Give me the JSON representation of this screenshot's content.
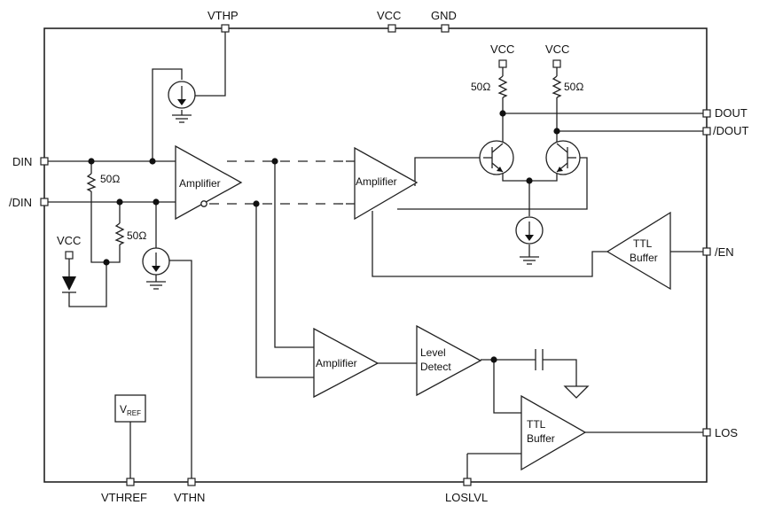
{
  "pins": {
    "vthp": "VTHP",
    "vcc_top": "VCC",
    "gnd": "GND",
    "din": "DIN",
    "ndin": "/DIN",
    "dout": "DOUT",
    "ndout": "/DOUT",
    "nen": "/EN",
    "los": "LOS",
    "vthref": "VTHREF",
    "vthn": "VTHN",
    "loslvl": "LOSLVL"
  },
  "supply_labels": {
    "vcc_out1": "VCC",
    "vcc_out2": "VCC",
    "vcc_left": "VCC"
  },
  "resistors": {
    "r_out1": "50Ω",
    "r_out2": "50Ω",
    "r_in1": "50Ω",
    "r_in2": "50Ω"
  },
  "blocks": {
    "amp_in": "Amplifier",
    "amp_out": "Amplifier",
    "amp_los": "Amplifier",
    "level_detect_line1": "Level",
    "level_detect_line2": "Detect",
    "ttl_en_line1": "TTL",
    "ttl_en_line2": "Buffer",
    "ttl_los_line1": "TTL",
    "ttl_los_line2": "Buffer",
    "vref_main": "V",
    "vref_sub": "REF"
  }
}
